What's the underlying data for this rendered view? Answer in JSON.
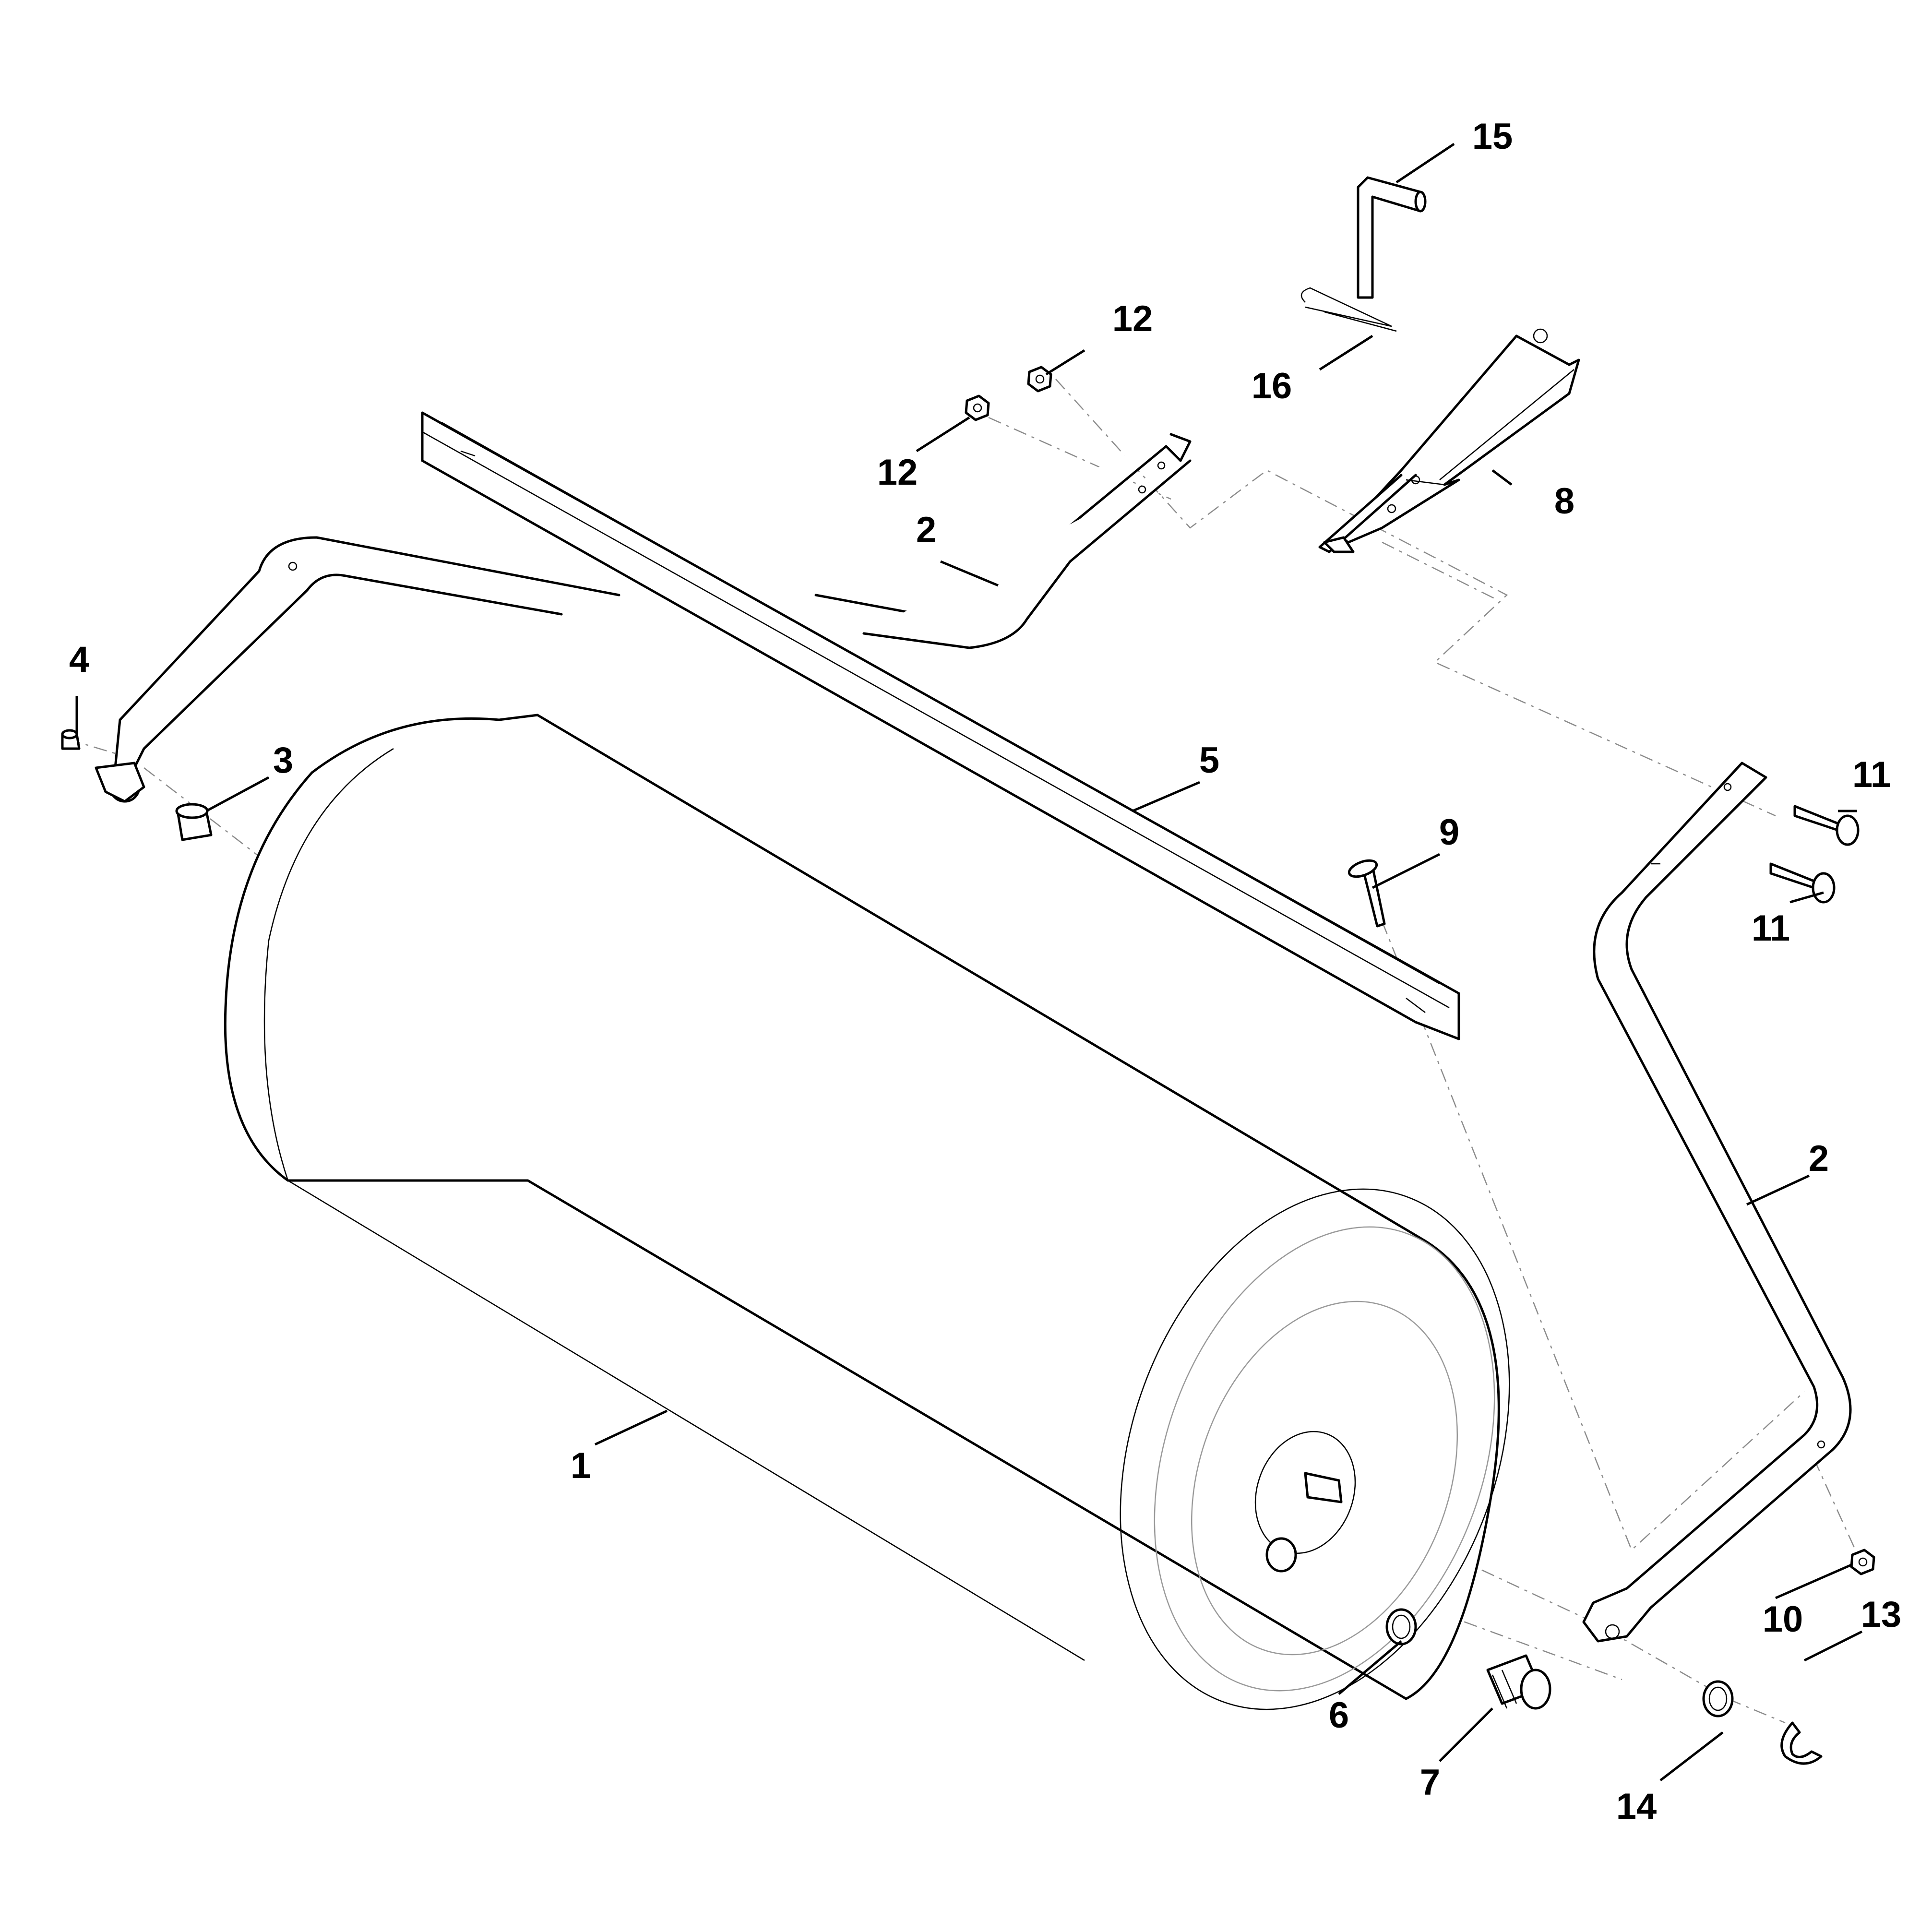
{
  "callouts": [
    {
      "key": "c1",
      "text": "1"
    },
    {
      "key": "c2a",
      "text": "2"
    },
    {
      "key": "c2b",
      "text": "2"
    },
    {
      "key": "c3",
      "text": "3"
    },
    {
      "key": "c4",
      "text": "4"
    },
    {
      "key": "c5",
      "text": "5"
    },
    {
      "key": "c6",
      "text": "6"
    },
    {
      "key": "c7",
      "text": "7"
    },
    {
      "key": "c8",
      "text": "8"
    },
    {
      "key": "c9",
      "text": "9"
    },
    {
      "key": "c10",
      "text": "10"
    },
    {
      "key": "c11a",
      "text": "11"
    },
    {
      "key": "c11b",
      "text": "11"
    },
    {
      "key": "c12a",
      "text": "12"
    },
    {
      "key": "c12b",
      "text": "12"
    },
    {
      "key": "c13",
      "text": "13"
    },
    {
      "key": "c14",
      "text": "14"
    },
    {
      "key": "c15",
      "text": "15"
    },
    {
      "key": "c16",
      "text": "16"
    }
  ],
  "colors": {
    "line": "#000000",
    "background": "#ffffff",
    "dashed_guide": "#8c8c8c"
  }
}
